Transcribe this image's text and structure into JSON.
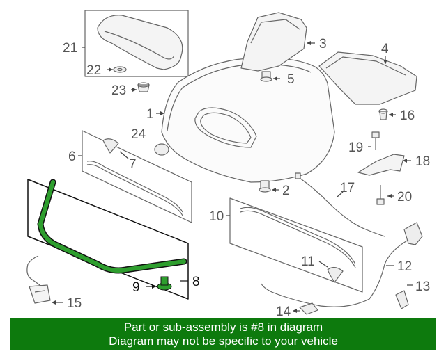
{
  "diagram": {
    "callouts": [
      "1",
      "2",
      "3",
      "4",
      "5",
      "6",
      "7",
      "8",
      "9",
      "10",
      "11",
      "12",
      "13",
      "14",
      "15",
      "16",
      "17",
      "18",
      "19",
      "20",
      "21",
      "22",
      "23",
      "24"
    ],
    "highlighted_part": "8",
    "highlight_color": "#0d7a0d",
    "parts": [
      {
        "num": "1",
        "icon": "hood-panel-icon"
      },
      {
        "num": "2",
        "icon": "bumper-stop-icon"
      },
      {
        "num": "3",
        "icon": "hood-bracket-icon"
      },
      {
        "num": "4",
        "icon": "insulator-pad-icon"
      },
      {
        "num": "5",
        "icon": "bumper-stop-icon"
      },
      {
        "num": "6",
        "icon": "seal-panel-icon"
      },
      {
        "num": "7",
        "icon": "clip-icon"
      },
      {
        "num": "8",
        "icon": "weatherstrip-seal-icon"
      },
      {
        "num": "9",
        "icon": "retainer-clip-icon"
      },
      {
        "num": "10",
        "icon": "seal-panel-icon"
      },
      {
        "num": "11",
        "icon": "clip-icon"
      },
      {
        "num": "12",
        "icon": "release-cable-icon"
      },
      {
        "num": "13",
        "icon": "clip-icon"
      },
      {
        "num": "14",
        "icon": "release-handle-icon"
      },
      {
        "num": "15",
        "icon": "hood-latch-icon"
      },
      {
        "num": "16",
        "icon": "bumper-stop-icon"
      },
      {
        "num": "17",
        "icon": "cable-icon"
      },
      {
        "num": "18",
        "icon": "support-rod-bracket-icon"
      },
      {
        "num": "19",
        "icon": "bolt-icon"
      },
      {
        "num": "20",
        "icon": "bolt-icon"
      },
      {
        "num": "21",
        "icon": "scoop-icon"
      },
      {
        "num": "22",
        "icon": "washer-icon"
      },
      {
        "num": "23",
        "icon": "grommet-icon"
      },
      {
        "num": "24",
        "icon": "plug-icon"
      }
    ]
  },
  "banner": {
    "line1": "Part or sub-assembly is #8 in diagram",
    "line2": "Diagram may not be specific to your vehicle",
    "color": "#0d7a0d"
  }
}
